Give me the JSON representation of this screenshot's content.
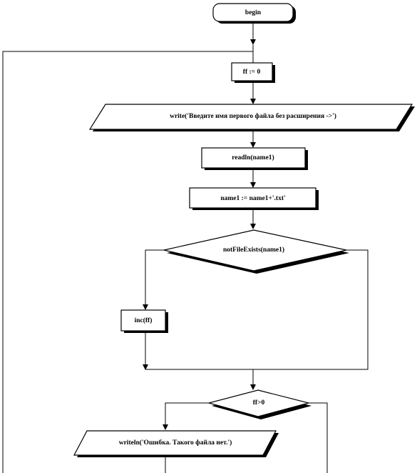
{
  "flowchart": {
    "begin": "begin",
    "ff_init": "ff := 0",
    "write_prompt": "write('Введите  имя первого файла без расширения ->')",
    "readln": "readln(name1)",
    "assign_name": "name1  := name1+'.txt'",
    "cond_exists": "notFileExists(name1)",
    "inc_ff": "inc(ff)",
    "cond_ff": "ff>0",
    "writeln_error": "writeln('Ошибка.  Такого файла нет.')"
  }
}
